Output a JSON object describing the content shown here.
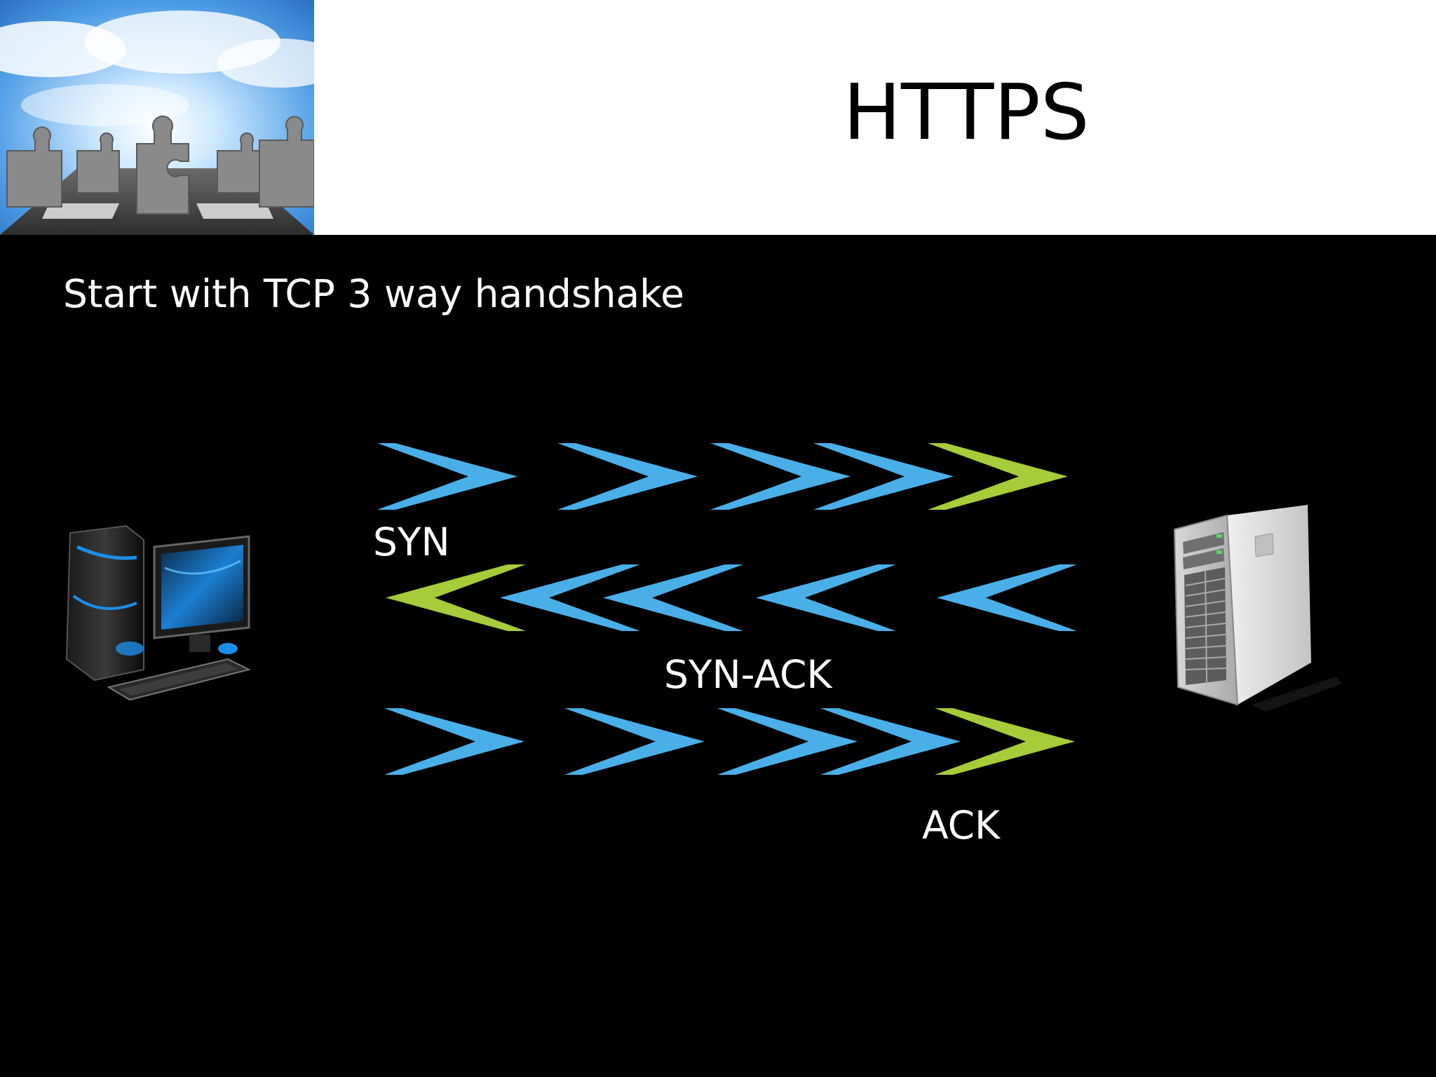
{
  "title": "HTTPS",
  "subtitle": "Start with TCP 3 way handshake",
  "colors": {
    "arrow_blue": "#4aafe8",
    "arrow_green": "#a6cc3a",
    "background": "#000000",
    "header_background": "#ffffff"
  },
  "steps": [
    {
      "label": "SYN",
      "direction": "client-to-server"
    },
    {
      "label": "SYN-ACK",
      "direction": "server-to-client"
    },
    {
      "label": "ACK",
      "direction": "client-to-server"
    }
  ],
  "icons": {
    "header_image": "puzzle-meeting-image",
    "client": "desktop-computer-icon",
    "server": "server-tower-icon"
  }
}
